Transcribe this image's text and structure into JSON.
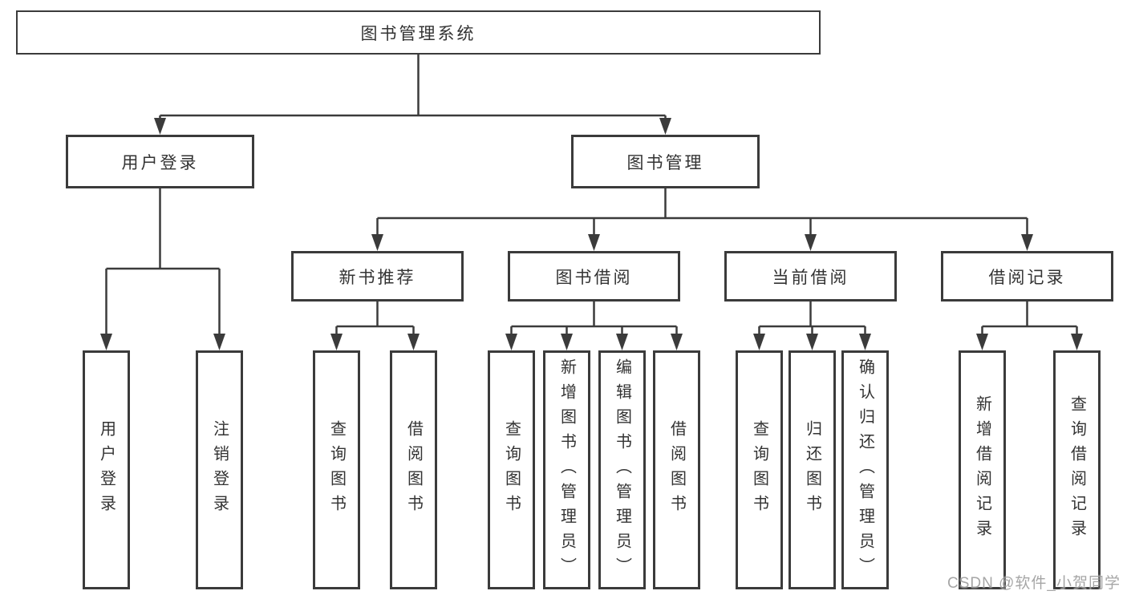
{
  "diagram": {
    "root": {
      "label": "图书管理系统"
    },
    "user_login": {
      "label": "用户登录",
      "children": [
        "用户登录",
        "注销登录"
      ]
    },
    "book_management": {
      "label": "图书管理",
      "sections": [
        {
          "label": "新书推荐",
          "children": [
            "查询图书",
            "借阅图书"
          ]
        },
        {
          "label": "图书借阅",
          "children": [
            "查询图书",
            "新增图书（管理员）",
            "编辑图书（管理员）",
            "借阅图书"
          ]
        },
        {
          "label": "当前借阅",
          "children": [
            "查询图书",
            "归还图书",
            "确认归还（管理员）"
          ]
        },
        {
          "label": "借阅记录",
          "children": [
            "新增借阅记录",
            "查询借阅记录"
          ]
        }
      ]
    }
  },
  "watermark": "CSDN @软件_小贺同学",
  "colors": {
    "line": "#3b3b3b",
    "box_border": "#3b3b3b",
    "text": "#333333",
    "watermark": "#9a9a9a",
    "background": "#ffffff"
  }
}
